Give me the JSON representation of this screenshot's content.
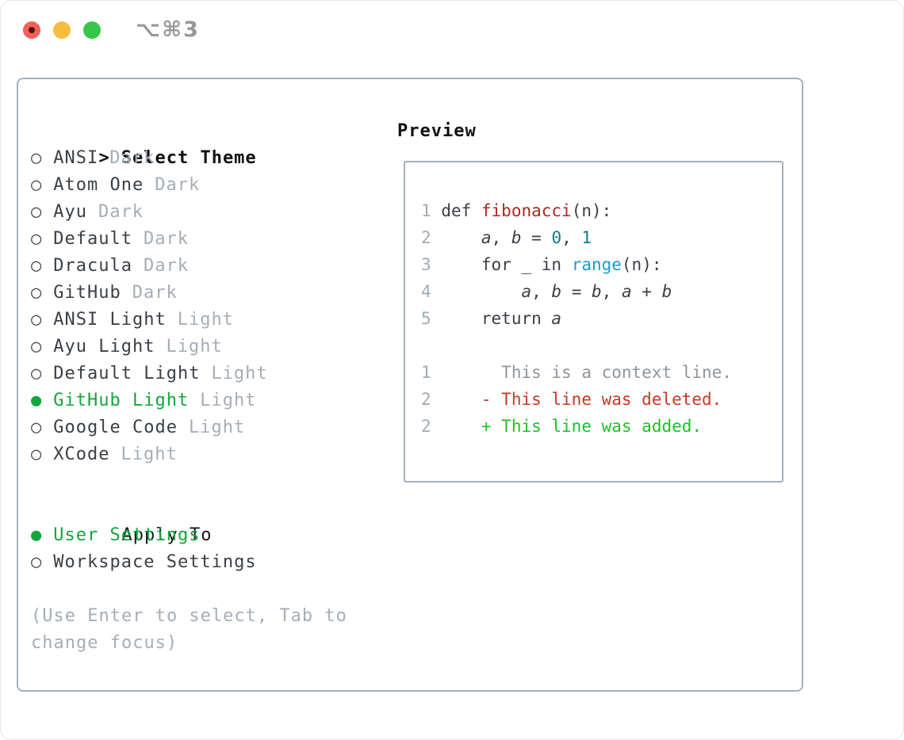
{
  "window": {
    "shortcut_label": "⌥⌘3"
  },
  "icons": {
    "selection_marker": ">",
    "radio_unselected": "○",
    "radio_selected": "●"
  },
  "colors": {
    "selected_green": "#13a63d",
    "added_green": "#1cc227",
    "deleted_red": "#c53a26",
    "function_red": "#a92a22",
    "number_teal": "#0e7a84",
    "builtin_blue": "#1f9ad2",
    "muted_gray": "#a5aeb7",
    "border_gray": "#a6b0ba",
    "traffic_red": "#f2605a",
    "traffic_yellow": "#f7bd40",
    "traffic_green": "#36c64a"
  },
  "theme_panel": {
    "select_header": "Select Theme",
    "themes": [
      {
        "name": "ANSI",
        "tag": "Dark",
        "selected": false
      },
      {
        "name": "Atom One",
        "tag": "Dark",
        "selected": false
      },
      {
        "name": "Ayu",
        "tag": "Dark",
        "selected": false
      },
      {
        "name": "Default",
        "tag": "Dark",
        "selected": false
      },
      {
        "name": "Dracula",
        "tag": "Dark",
        "selected": false
      },
      {
        "name": "GitHub",
        "tag": "Dark",
        "selected": false
      },
      {
        "name": "ANSI Light",
        "tag": "Light",
        "selected": false
      },
      {
        "name": "Ayu Light",
        "tag": "Light",
        "selected": false
      },
      {
        "name": "Default Light",
        "tag": "Light",
        "selected": false
      },
      {
        "name": "GitHub Light",
        "tag": "Light",
        "selected": true
      },
      {
        "name": "Google Code",
        "tag": "Light",
        "selected": false
      },
      {
        "name": "XCode",
        "tag": "Light",
        "selected": false
      }
    ],
    "apply_header": "Apply To",
    "apply_options": [
      {
        "name": "User Settings",
        "selected": true
      },
      {
        "name": "Workspace Settings",
        "selected": false
      }
    ],
    "help_text": "(Use Enter to select, Tab to change focus)"
  },
  "preview": {
    "title": "Preview",
    "lines": [
      {
        "type": "code",
        "num": "1",
        "segments": [
          [
            "def ",
            "plain"
          ],
          [
            "fibonacci",
            "function"
          ],
          [
            "(n):",
            "plain"
          ]
        ]
      },
      {
        "type": "code",
        "num": "2",
        "segments": [
          [
            "    ",
            "plain"
          ],
          [
            "a",
            "variable"
          ],
          [
            ", ",
            "plain"
          ],
          [
            "b",
            "variable"
          ],
          [
            " = ",
            "plain"
          ],
          [
            "0",
            "number"
          ],
          [
            ", ",
            "plain"
          ],
          [
            "1",
            "number"
          ]
        ]
      },
      {
        "type": "code",
        "num": "3",
        "segments": [
          [
            "    for _ in ",
            "plain"
          ],
          [
            "range",
            "builtin"
          ],
          [
            "(n):",
            "plain"
          ]
        ]
      },
      {
        "type": "code",
        "num": "4",
        "segments": [
          [
            "        ",
            "plain"
          ],
          [
            "a",
            "variable"
          ],
          [
            ", ",
            "plain"
          ],
          [
            "b",
            "variable"
          ],
          [
            " = ",
            "plain"
          ],
          [
            "b",
            "variable"
          ],
          [
            ", ",
            "plain"
          ],
          [
            "a",
            "variable"
          ],
          [
            " + ",
            "plain"
          ],
          [
            "b",
            "variable"
          ]
        ]
      },
      {
        "type": "code",
        "num": "5",
        "segments": [
          [
            "    return ",
            "plain"
          ],
          [
            "a",
            "variable"
          ]
        ]
      },
      {
        "type": "blank"
      },
      {
        "type": "context",
        "num": "1",
        "text": "      This is a context line."
      },
      {
        "type": "deleted",
        "num": "2",
        "text": "    - This line was deleted."
      },
      {
        "type": "added",
        "num": "2",
        "text": "    + This line was added."
      }
    ]
  }
}
